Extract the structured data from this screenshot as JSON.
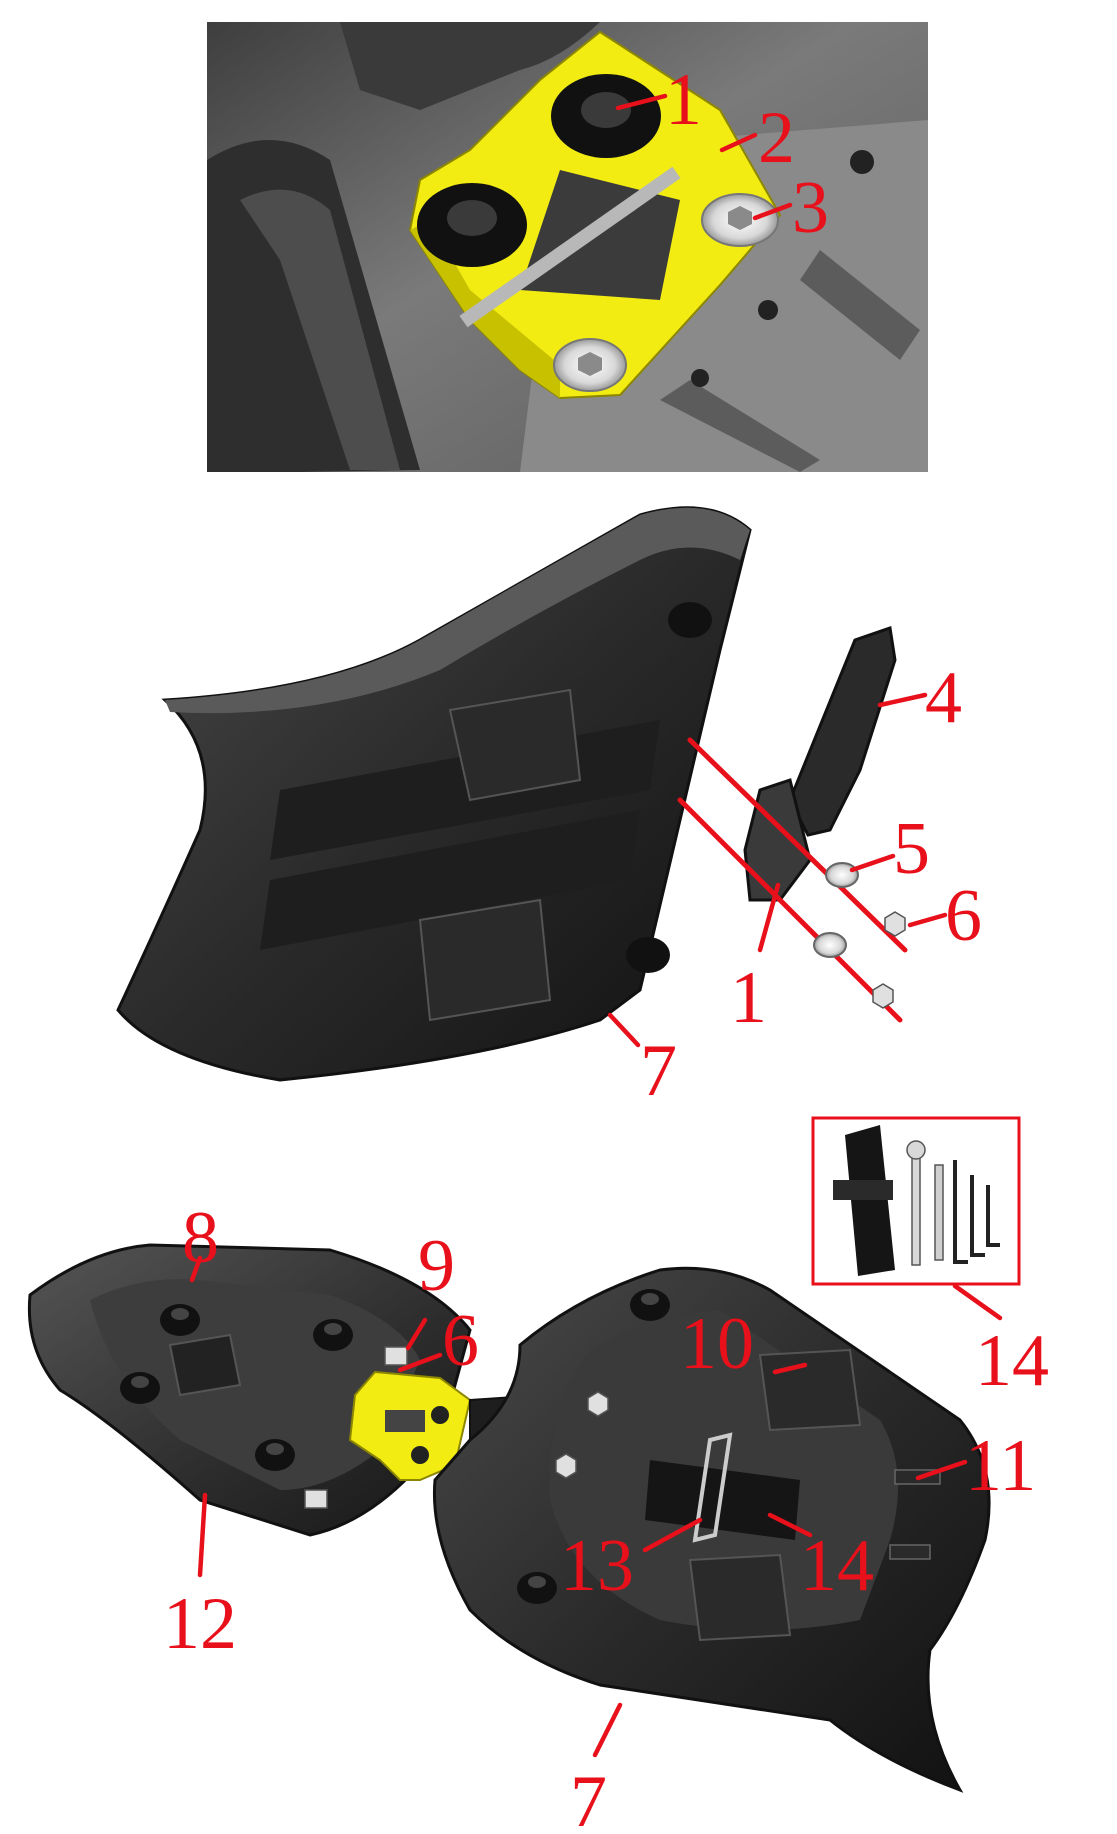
{
  "callouts": {
    "top": [
      "1",
      "2",
      "3"
    ],
    "middle": [
      "4",
      "5",
      "6",
      "1",
      "7"
    ],
    "bottom": [
      "8",
      "9",
      "6",
      "10",
      "11",
      "12",
      "13",
      "14",
      "7",
      "14"
    ]
  },
  "colors": {
    "callout": "#e8101a",
    "bracket": "#f2ec13",
    "seat": "#262626",
    "panel": "#6e6e6e"
  }
}
